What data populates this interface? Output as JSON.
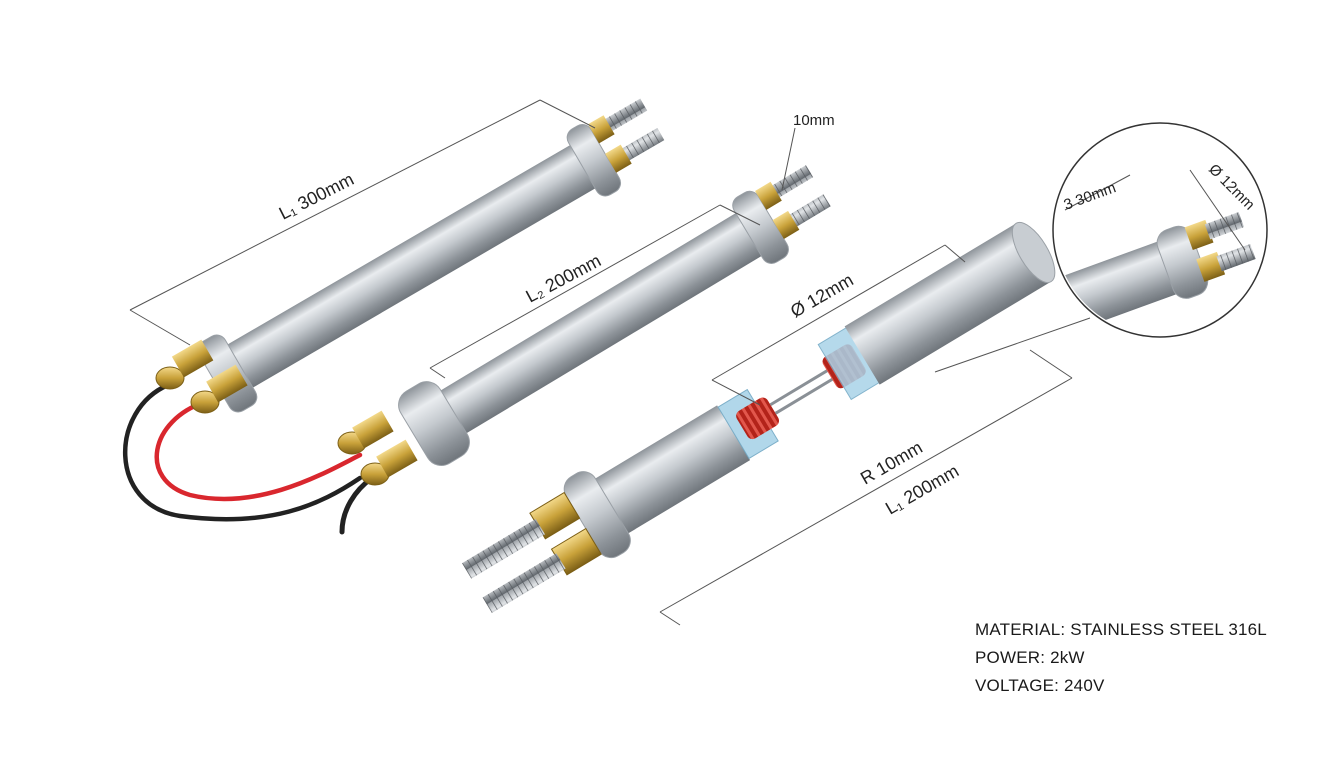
{
  "dimensions": {
    "l1_long": "L₁ 300mm",
    "l2_mid": "L₂ 200mm",
    "nut_size": "10mm",
    "diameter": "Ø 12mm",
    "radius": "R 10mm",
    "l1_cutaway": "L₁ 200mm"
  },
  "detail_view": {
    "left_label": "3 30mm",
    "right_label": "Ø 12mm"
  },
  "specs": {
    "material": "MATERIAL: STAINLESS STEEL 316L",
    "power": "POWER: 2kW",
    "voltage": "VOLTAGE: 240V"
  },
  "colors": {
    "steel": "#b8bdc2",
    "brass": "#c9a23a",
    "wire_red": "#d9272e",
    "wire_black": "#222222",
    "coil": "#c0392b",
    "insulator": "#a9d3e8"
  }
}
